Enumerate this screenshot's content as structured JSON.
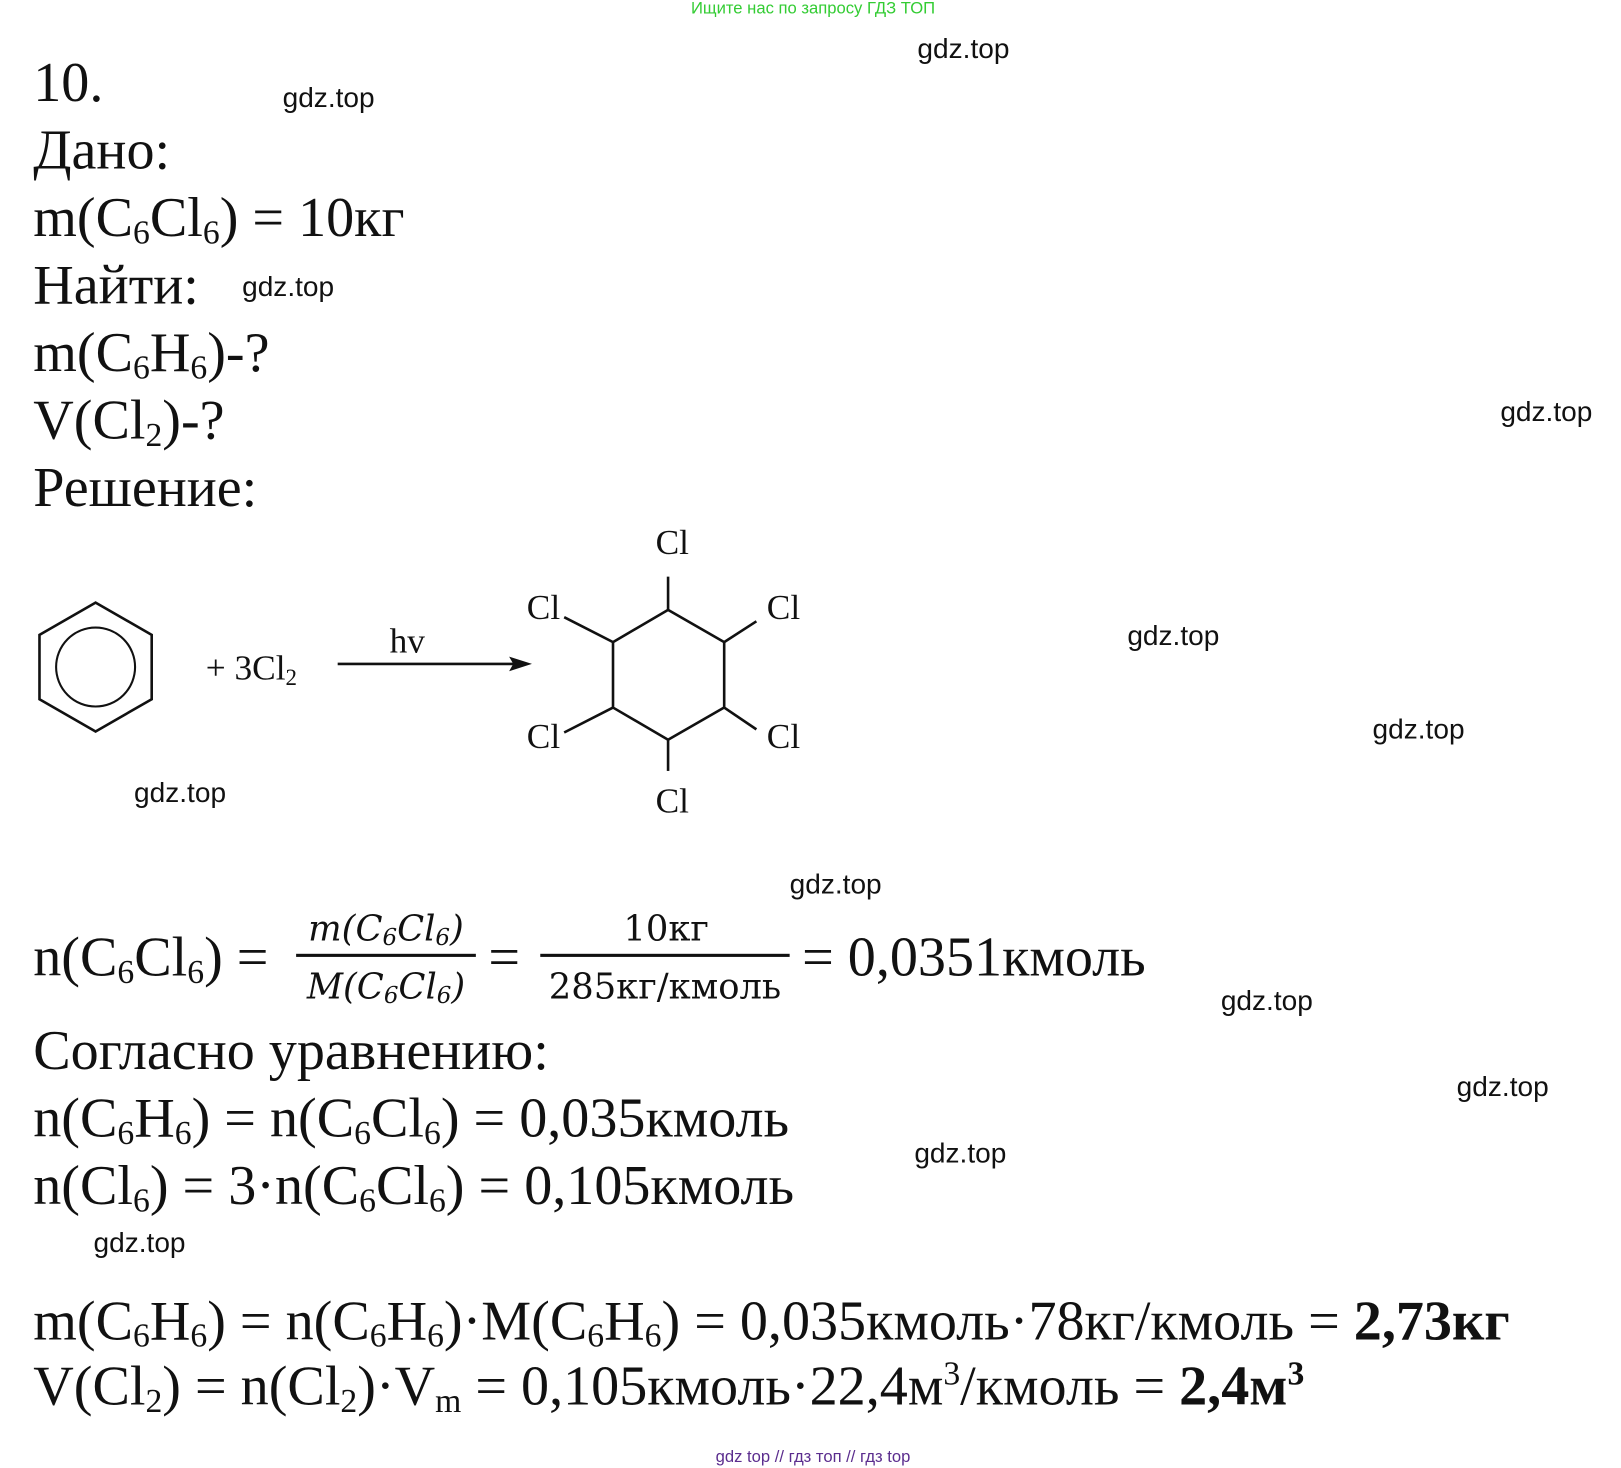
{
  "banner": "Ищите нас по запросу ГДЗ ТОП",
  "footer": "gdz top  //  гдз топ  //  гдз top",
  "watermark": "gdz.top",
  "lines": [
    {
      "segs": [
        {
          "t": "10."
        }
      ]
    },
    {
      "segs": [
        {
          "t": "Дано:"
        }
      ]
    },
    {
      "segs": [
        {
          "t": "m(C"
        },
        {
          "t": "6",
          "s": "sub"
        },
        {
          "t": "Cl"
        },
        {
          "t": "6",
          "s": "sub"
        },
        {
          "t": ") = 10кг"
        }
      ]
    },
    {
      "segs": [
        {
          "t": "Найти:"
        }
      ]
    },
    {
      "segs": [
        {
          "t": "m(C"
        },
        {
          "t": "6",
          "s": "sub"
        },
        {
          "t": "H"
        },
        {
          "t": "6",
          "s": "sub"
        },
        {
          "t": ")-?"
        }
      ]
    },
    {
      "segs": [
        {
          "t": "V(Cl"
        },
        {
          "t": "2",
          "s": "sub"
        },
        {
          "t": ")-?"
        }
      ]
    },
    {
      "segs": [
        {
          "t": "Решение:"
        }
      ]
    },
    {
      "segs": [
        {
          "t": "Согласно уравнению:"
        }
      ]
    },
    {
      "segs": [
        {
          "t": "n(C"
        },
        {
          "t": "6",
          "s": "sub"
        },
        {
          "t": "H"
        },
        {
          "t": "6",
          "s": "sub"
        },
        {
          "t": ") = n(C"
        },
        {
          "t": "6",
          "s": "sub"
        },
        {
          "t": "Cl"
        },
        {
          "t": "6",
          "s": "sub"
        },
        {
          "t": ") = 0,035кмоль"
        }
      ]
    },
    {
      "segs": [
        {
          "t": "n(Cl"
        },
        {
          "t": "6",
          "s": "sub"
        },
        {
          "t": ") = 3·n(C"
        },
        {
          "t": "6",
          "s": "sub"
        },
        {
          "t": "Cl"
        },
        {
          "t": "6",
          "s": "sub"
        },
        {
          "t": ") = 0,105кмоль"
        }
      ]
    },
    {
      "segs": [
        {
          "t": "m(C"
        },
        {
          "t": "6",
          "s": "sub"
        },
        {
          "t": "H"
        },
        {
          "t": "6",
          "s": "sub"
        },
        {
          "t": ") = n(C"
        },
        {
          "t": "6",
          "s": "sub"
        },
        {
          "t": "H"
        },
        {
          "t": "6",
          "s": "sub"
        },
        {
          "t": ")·M(C"
        },
        {
          "t": "6",
          "s": "sub"
        },
        {
          "t": "H"
        },
        {
          "t": "6",
          "s": "sub"
        },
        {
          "t": ") = 0,035кмоль·78кг/кмоль = "
        },
        {
          "t": "2,73кг",
          "s": "b"
        }
      ]
    },
    {
      "segs": [
        {
          "t": "V(Cl"
        },
        {
          "t": "2",
          "s": "sub"
        },
        {
          "t": ") = n(Cl"
        },
        {
          "t": "2",
          "s": "sub"
        },
        {
          "t": ")·V"
        },
        {
          "t": "m",
          "s": "sub"
        },
        {
          "t": " = 0,105кмоль·22,4м"
        },
        {
          "t": "3",
          "s": "sup"
        },
        {
          "t": "/кмоль = "
        },
        {
          "t": "2,4м",
          "s": "b"
        },
        {
          "t": "3",
          "s": "bsup"
        }
      ]
    }
  ],
  "equation": {
    "lhs": [
      {
        "t": "n(C"
      },
      {
        "t": "6",
        "s": "sub"
      },
      {
        "t": "Cl"
      },
      {
        "t": "6",
        "s": "sub"
      },
      {
        "t": ") ="
      }
    ],
    "frac1_num": [
      {
        "t": "m(C"
      },
      {
        "t": "6",
        "s": "sub"
      },
      {
        "t": "Cl"
      },
      {
        "t": "6",
        "s": "sub"
      },
      {
        "t": ")"
      }
    ],
    "frac1_den": [
      {
        "t": "M(C"
      },
      {
        "t": "6",
        "s": "sub"
      },
      {
        "t": "Cl"
      },
      {
        "t": "6",
        "s": "sub"
      },
      {
        "t": ")"
      }
    ],
    "eq2": "=",
    "frac2_num": "10кг",
    "frac2_den": "285кг/кмоль",
    "result": "= 0,0351кмоль"
  },
  "reaction": {
    "reagent": [
      {
        "t": "+  3Cl"
      },
      {
        "t": "2",
        "s": "sub"
      }
    ],
    "condition": "hv",
    "substituent": "Cl"
  }
}
